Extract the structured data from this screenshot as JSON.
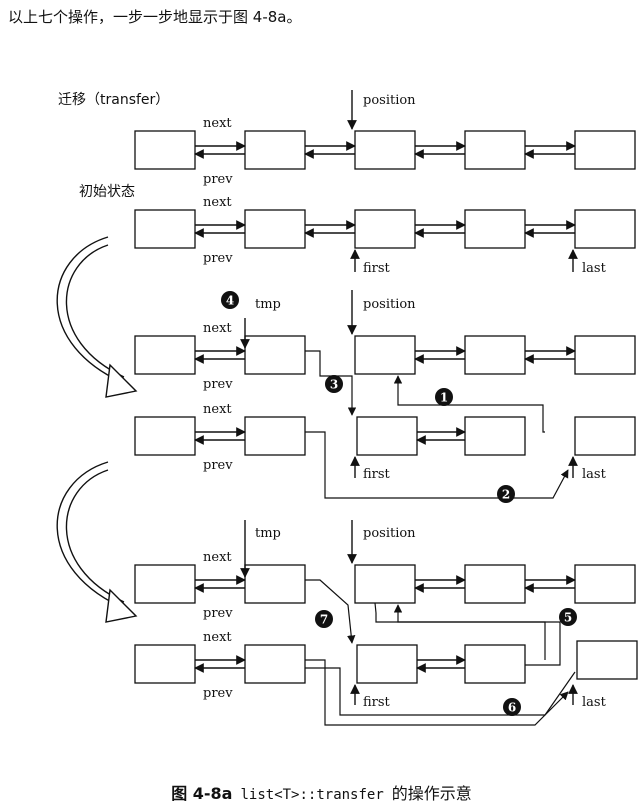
{
  "intro_text": "以上七个操作，一步一步地显示于图 4-8a。",
  "labels": {
    "transfer_title": "迁移（transfer）",
    "initial_state": "初始状态",
    "position": "position",
    "next": "next",
    "prev": "prev",
    "first": "first",
    "last": "last",
    "tmp": "tmp"
  },
  "step_badges": [
    "1",
    "2",
    "3",
    "4",
    "5",
    "6",
    "7"
  ],
  "caption": {
    "figure": "图 4-8a",
    "code": "list<T>::transfer",
    "suffix": "的操作示意"
  }
}
